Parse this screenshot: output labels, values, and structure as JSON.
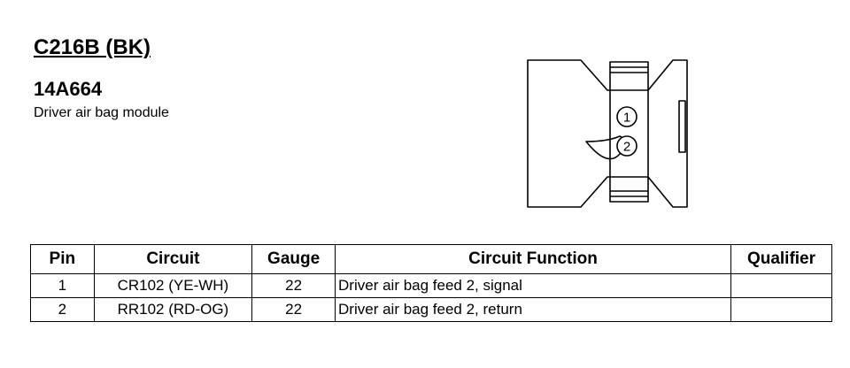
{
  "connector": {
    "title": "C216B (BK)",
    "part_number": "14A664",
    "description": "Driver air bag module",
    "pin_labels": [
      "1",
      "2"
    ]
  },
  "table": {
    "headers": {
      "pin": "Pin",
      "circuit": "Circuit",
      "gauge": "Gauge",
      "function": "Circuit Function",
      "qualifier": "Qualifier"
    },
    "rows": [
      {
        "pin": "1",
        "circuit": "CR102 (YE-WH)",
        "gauge": "22",
        "function": "Driver air bag feed 2, signal",
        "qualifier": ""
      },
      {
        "pin": "2",
        "circuit": "RR102 (RD-OG)",
        "gauge": "22",
        "function": "Driver air bag feed 2, return",
        "qualifier": ""
      }
    ]
  }
}
